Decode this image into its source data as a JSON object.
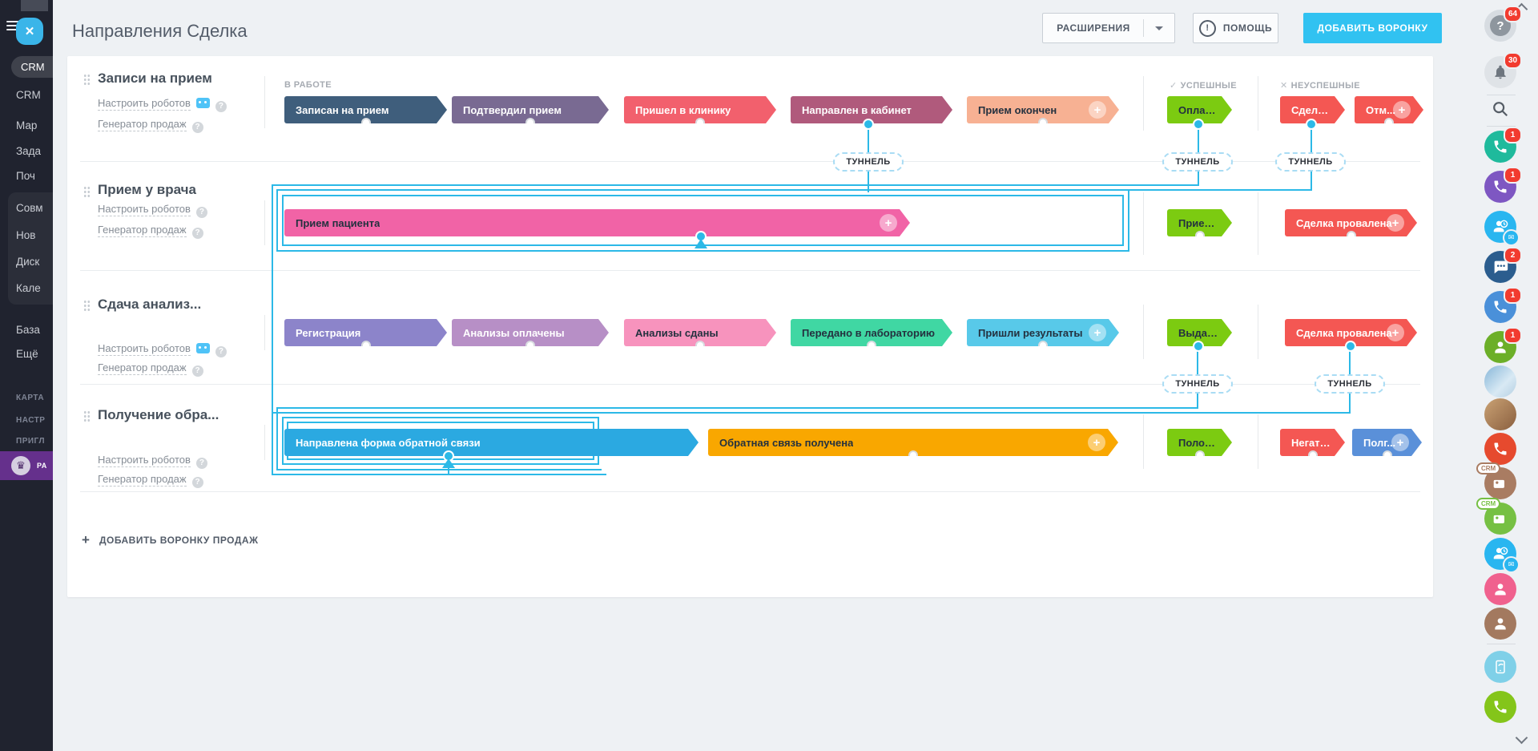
{
  "header": {
    "title": "Направления Сделка",
    "extensions": "РАСШИРЕНИЯ",
    "help": "ПОМОЩЬ",
    "add_funnel": "ДОБАВИТЬ ВОРОНКУ"
  },
  "columns": {
    "in_progress": "В РАБОТЕ",
    "success": "УСПЕШНЫЕ",
    "fail": "НЕУСПЕШНЫЕ"
  },
  "tunnel": "ТУННЕЛЬ",
  "links": {
    "robots": "Настроить роботов",
    "generator": "Генератор продаж"
  },
  "footer": {
    "add_sales_funnel": "ДОБАВИТЬ ВОРОНКУ ПРОДАЖ"
  },
  "colors": {
    "accent_blue": "#31c2f1",
    "tunnel_line": "#2cb9e7",
    "badge_red": "#f23b2f",
    "success_green": "#7ccb11",
    "fail_red": "#f45753",
    "purple_banner": "#65308c"
  },
  "left_sidebar": {
    "items": [
      "CRM",
      "CRM",
      "Мар",
      "Зада",
      "Поч",
      "Совм",
      "Нов",
      "Диск",
      "Кале",
      "База",
      "Ещё"
    ],
    "caps": [
      "КАРТА",
      "НАСТР",
      "ПРИГЛ"
    ],
    "banner": "РА"
  },
  "right_sidebar": {
    "help_badge": "64",
    "bell_badge": "30",
    "phone_teal_badge": "1",
    "phone_purple_badge": "1",
    "chat_badge": "2",
    "phone_blue_badge": "1",
    "person_green_badge": "1",
    "crm_label": "CRM"
  },
  "funnels": [
    {
      "title": "Записи на прием",
      "in_progress": [
        {
          "label": "Записан на прием",
          "color": "#3f5e7c"
        },
        {
          "label": "Подтвердил прием",
          "color": "#796a92"
        },
        {
          "label": "Пришел в клинику",
          "color": "#f2606d"
        },
        {
          "label": "Направлен в кабинет",
          "color": "#b05a7c"
        },
        {
          "label": "Прием окончен",
          "color": "#f7b193"
        }
      ],
      "success": [
        {
          "label": "Оплати...",
          "color": "#7ccb11"
        }
      ],
      "fail": [
        {
          "label": "Сделка...",
          "color": "#f45753"
        },
        {
          "label": "Отм...",
          "color": "#f45753"
        }
      ]
    },
    {
      "title": "Прием у врача",
      "in_progress": [
        {
          "label": "Прием пациента",
          "color": "#f163a6"
        }
      ],
      "success": [
        {
          "label": "Прием ...",
          "color": "#7ccb11"
        }
      ],
      "fail": [
        {
          "label": "Сделка провалена",
          "color": "#f45753"
        }
      ]
    },
    {
      "title": "Сдача анализ...",
      "in_progress": [
        {
          "label": "Регистрация",
          "color": "#8c84ca"
        },
        {
          "label": "Анализы оплачены",
          "color": "#b78fc6"
        },
        {
          "label": "Анализы сданы",
          "color": "#f793bd"
        },
        {
          "label": "Передано в лабораторию",
          "color": "#40d7a3"
        },
        {
          "label": "Пришли результаты",
          "color": "#58c9e9"
        }
      ],
      "success": [
        {
          "label": "Выдано...",
          "color": "#7ccb11"
        }
      ],
      "fail": [
        {
          "label": "Сделка провалена",
          "color": "#f45753"
        }
      ]
    },
    {
      "title": "Получение обра...",
      "in_progress": [
        {
          "label": "Направлена форма обратной связи",
          "color": "#2ba9e1"
        },
        {
          "label": "Обратная связь получена",
          "color": "#f9a700"
        }
      ],
      "success": [
        {
          "label": "Положи...",
          "color": "#7ccb11"
        }
      ],
      "fail": [
        {
          "label": "Негати...",
          "color": "#f45753"
        },
        {
          "label": "Полг...",
          "color": "#5a90d9"
        }
      ]
    }
  ]
}
